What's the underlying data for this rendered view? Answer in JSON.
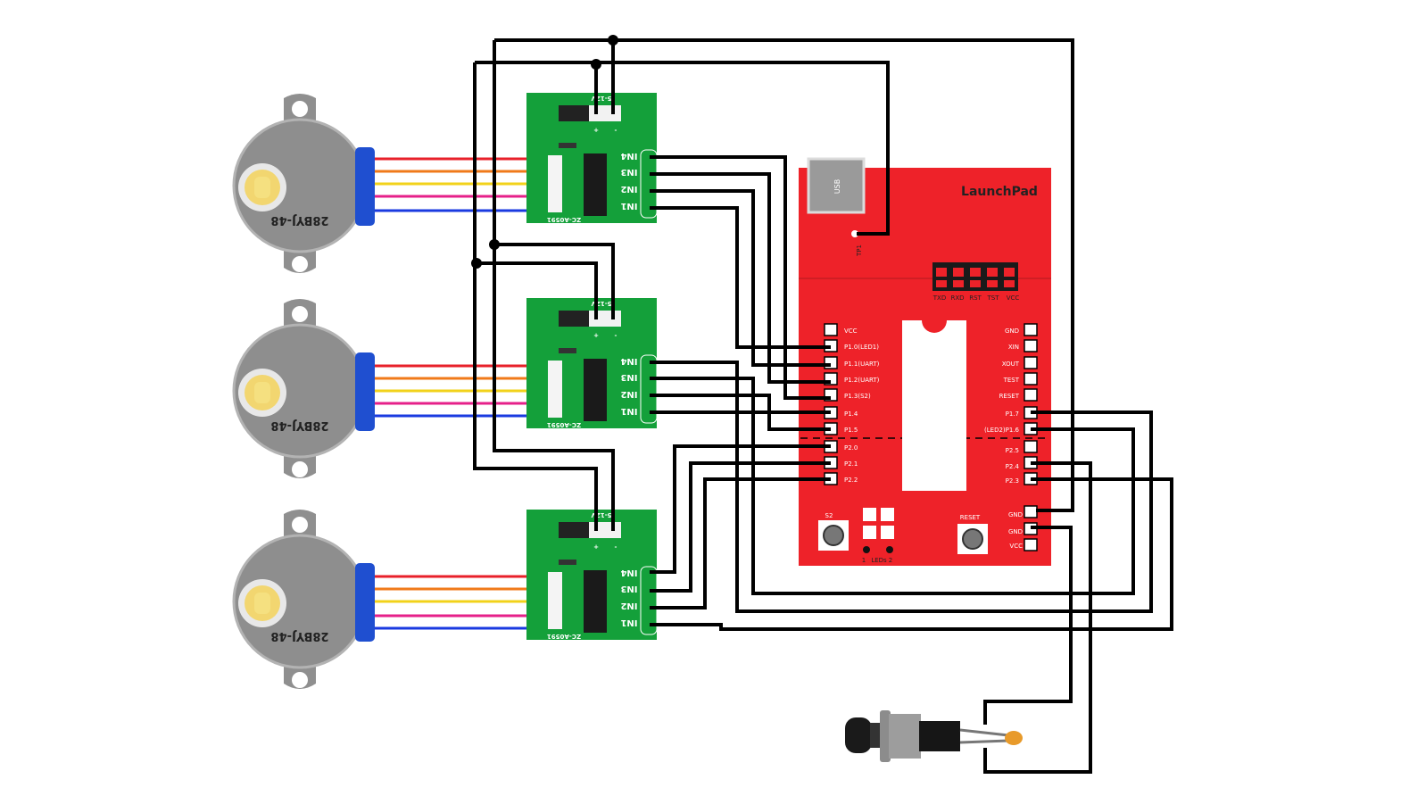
{
  "motors": [
    {
      "label": "28BYJ-48"
    },
    {
      "label": "28BYJ-48"
    },
    {
      "label": "28BYJ-48"
    }
  ],
  "driver": {
    "power_label": "5-12V",
    "plus": "+",
    "minus": "-",
    "inputs": [
      "IN4",
      "IN3",
      "IN2",
      "IN1"
    ],
    "chip_label": "ZC-A0591"
  },
  "launchpad": {
    "title": "LaunchPad",
    "usb": "USB",
    "tp1": "TP1",
    "header_pins": [
      "TXD",
      "RXD",
      "RST",
      "TST",
      "VCC"
    ],
    "left_pins": [
      "VCC",
      "P1.0(LED1)",
      "P1.1(UART)",
      "P1.2(UART)",
      "P1.3(S2)",
      "P1.4",
      "P1.5",
      "P2.0",
      "P2.1",
      "P2.2"
    ],
    "right_pins": [
      "GND",
      "XIN",
      "XOUT",
      "TEST",
      "RESET",
      "P1.7",
      "(LED2)P1.6",
      "P2.5",
      "P2.4",
      "P2.3"
    ],
    "power_pins": [
      "GND",
      "GND",
      "VCC"
    ],
    "s2": "S2",
    "reset": "RESET",
    "leds": "LEDs",
    "led1": "1",
    "led2": "2"
  },
  "wire_colors": [
    "#e8202a",
    "#f07a1a",
    "#f2d21a",
    "#e6208a",
    "#1a3ae0"
  ],
  "board_color": "#ee2229",
  "driver_color": "#14a03a"
}
